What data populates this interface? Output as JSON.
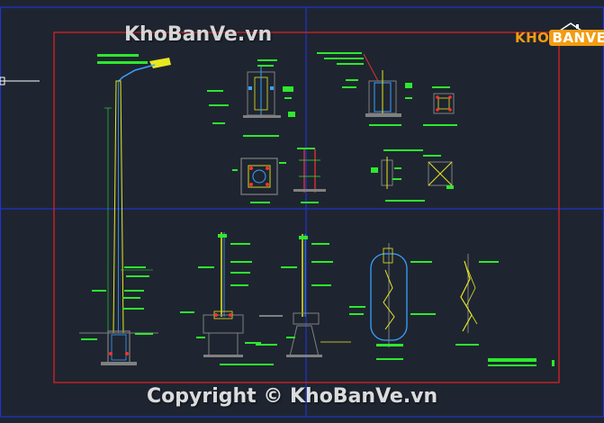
{
  "watermark": {
    "top": "KhoBanVe.vn",
    "bottom": "Copyright © KhoBanVe.vn"
  },
  "logo": {
    "kho": "KHO",
    "banve": "BANVE"
  },
  "colors": {
    "background": "#1e2530",
    "frame_outer": "#2233cc",
    "frame_inner": "#cc2222",
    "label_green": "#2ee82e",
    "pole_yellow": "#e8e820",
    "concrete": "#808080",
    "accent_blue": "#3aa0ff",
    "accent_red": "#ff3030",
    "logo_orange": "#f39c12"
  }
}
